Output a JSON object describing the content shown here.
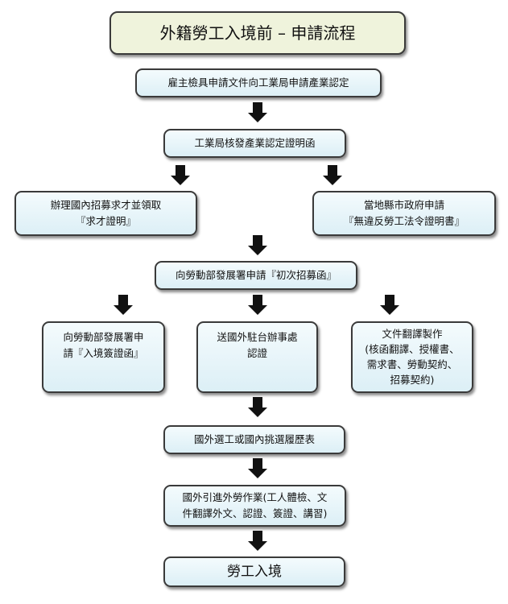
{
  "title": "外籍勞工入境前 – 申請流程",
  "steps": {
    "s1": "雇主檢具申請文件向工業局申請產業認定",
    "s2": "工業局核發產業認定證明函",
    "s3_left": [
      "辦理國內招募求才並領取",
      "『求才證明』"
    ],
    "s3_right": [
      "當地縣市政府申請",
      "『無違反勞工法令證明書』"
    ],
    "s4": "向勞動部發展署申請『初次招募函』",
    "s5_left": [
      "向勞動部發展署申",
      "請『入境簽證函』"
    ],
    "s5_mid": [
      "送國外駐台辦事處",
      "認證"
    ],
    "s5_right": [
      "文件翻譯製作",
      "(核函翻譯、授權書、",
      "需求書、勞動契約、",
      "招募契約)"
    ],
    "s6": "國外選工或國內挑選履歷表",
    "s7": [
      "國外引進外勞作業(工人體檢、文",
      "件翻譯外文、認證、簽證、講習)"
    ],
    "s8": "勞工入境"
  }
}
